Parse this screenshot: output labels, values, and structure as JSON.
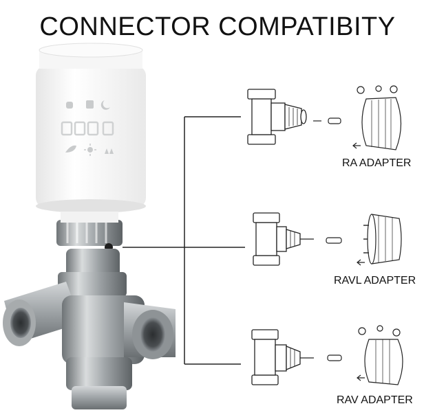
{
  "title": "CONNECTOR COMPATIBITY",
  "adapters": [
    {
      "label": "RA ADAPTER"
    },
    {
      "label": "RAVL ADAPTER"
    },
    {
      "label": "RAV ADAPTER"
    }
  ],
  "colors": {
    "line": "#222222",
    "head": "#f2f2f2",
    "metal": "#a8acae",
    "display": "#c9cbcc"
  }
}
